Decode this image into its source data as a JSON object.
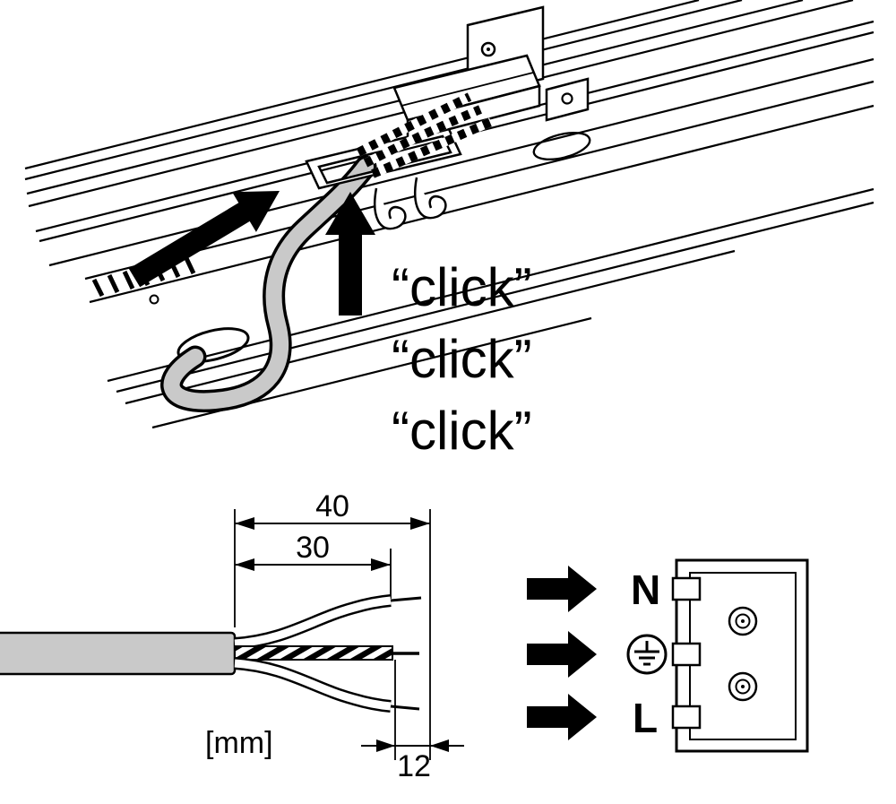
{
  "illustration": {
    "click_sequence": [
      "“click”",
      "“click”",
      "“click”"
    ]
  },
  "dimension_labels": {
    "overall_strip": "40",
    "outer_strip": "30",
    "conductor_strip": "12",
    "unit": "[mm]"
  },
  "terminal_labels": {
    "neutral": "N",
    "line": "L"
  },
  "colors": {
    "ink": "#000000",
    "cable_gray": "#c9c9c9",
    "background": "#ffffff"
  }
}
